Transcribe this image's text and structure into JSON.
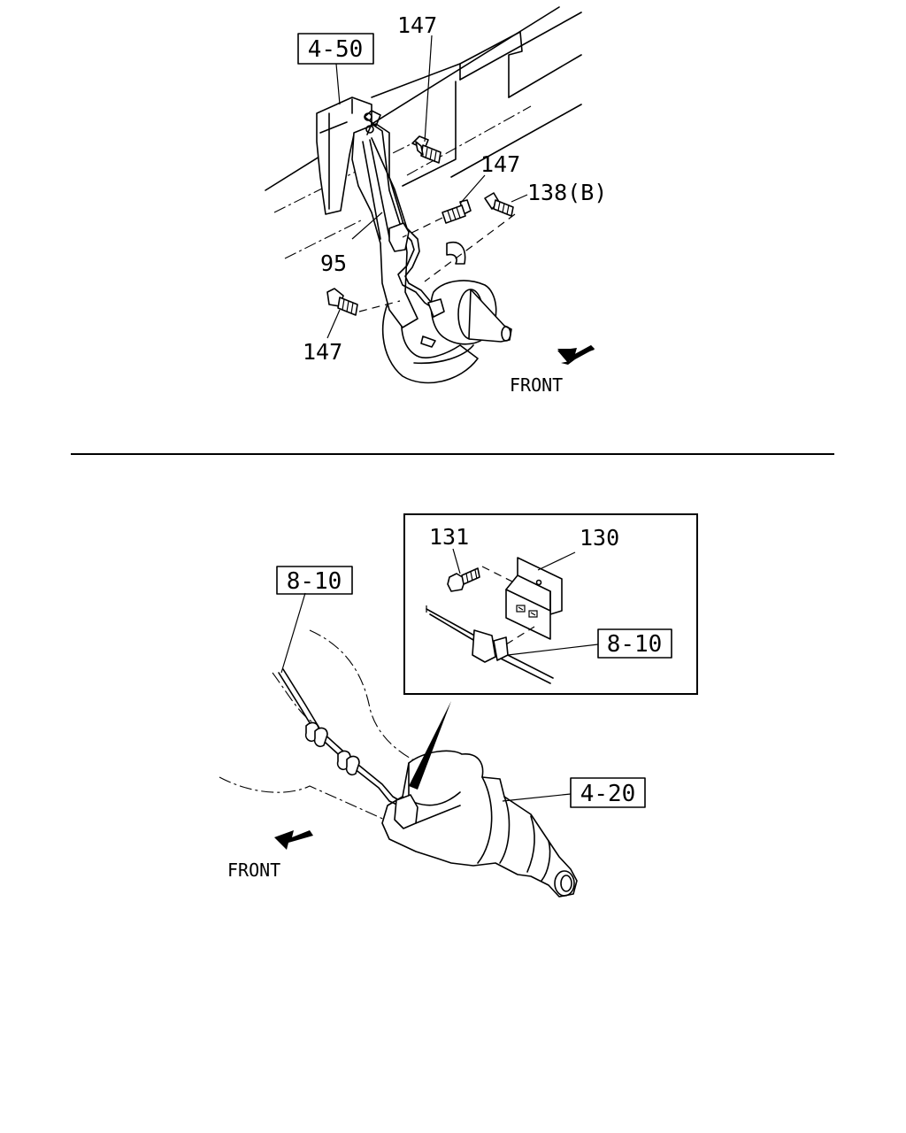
{
  "upper_diagram": {
    "box_ref_4_50": "4-50",
    "label_147_top": "147",
    "label_147_mid": "147",
    "label_138b": "138(B)",
    "label_95": "95",
    "label_147_bottom": "147",
    "front_label": "FRONT"
  },
  "lower_diagram": {
    "box_ref_8_10_main": "8-10",
    "box_ref_4_20": "4-20",
    "front_label": "FRONT",
    "inset": {
      "label_131": "131",
      "label_130": "130",
      "box_ref_8_10": "8-10"
    }
  }
}
